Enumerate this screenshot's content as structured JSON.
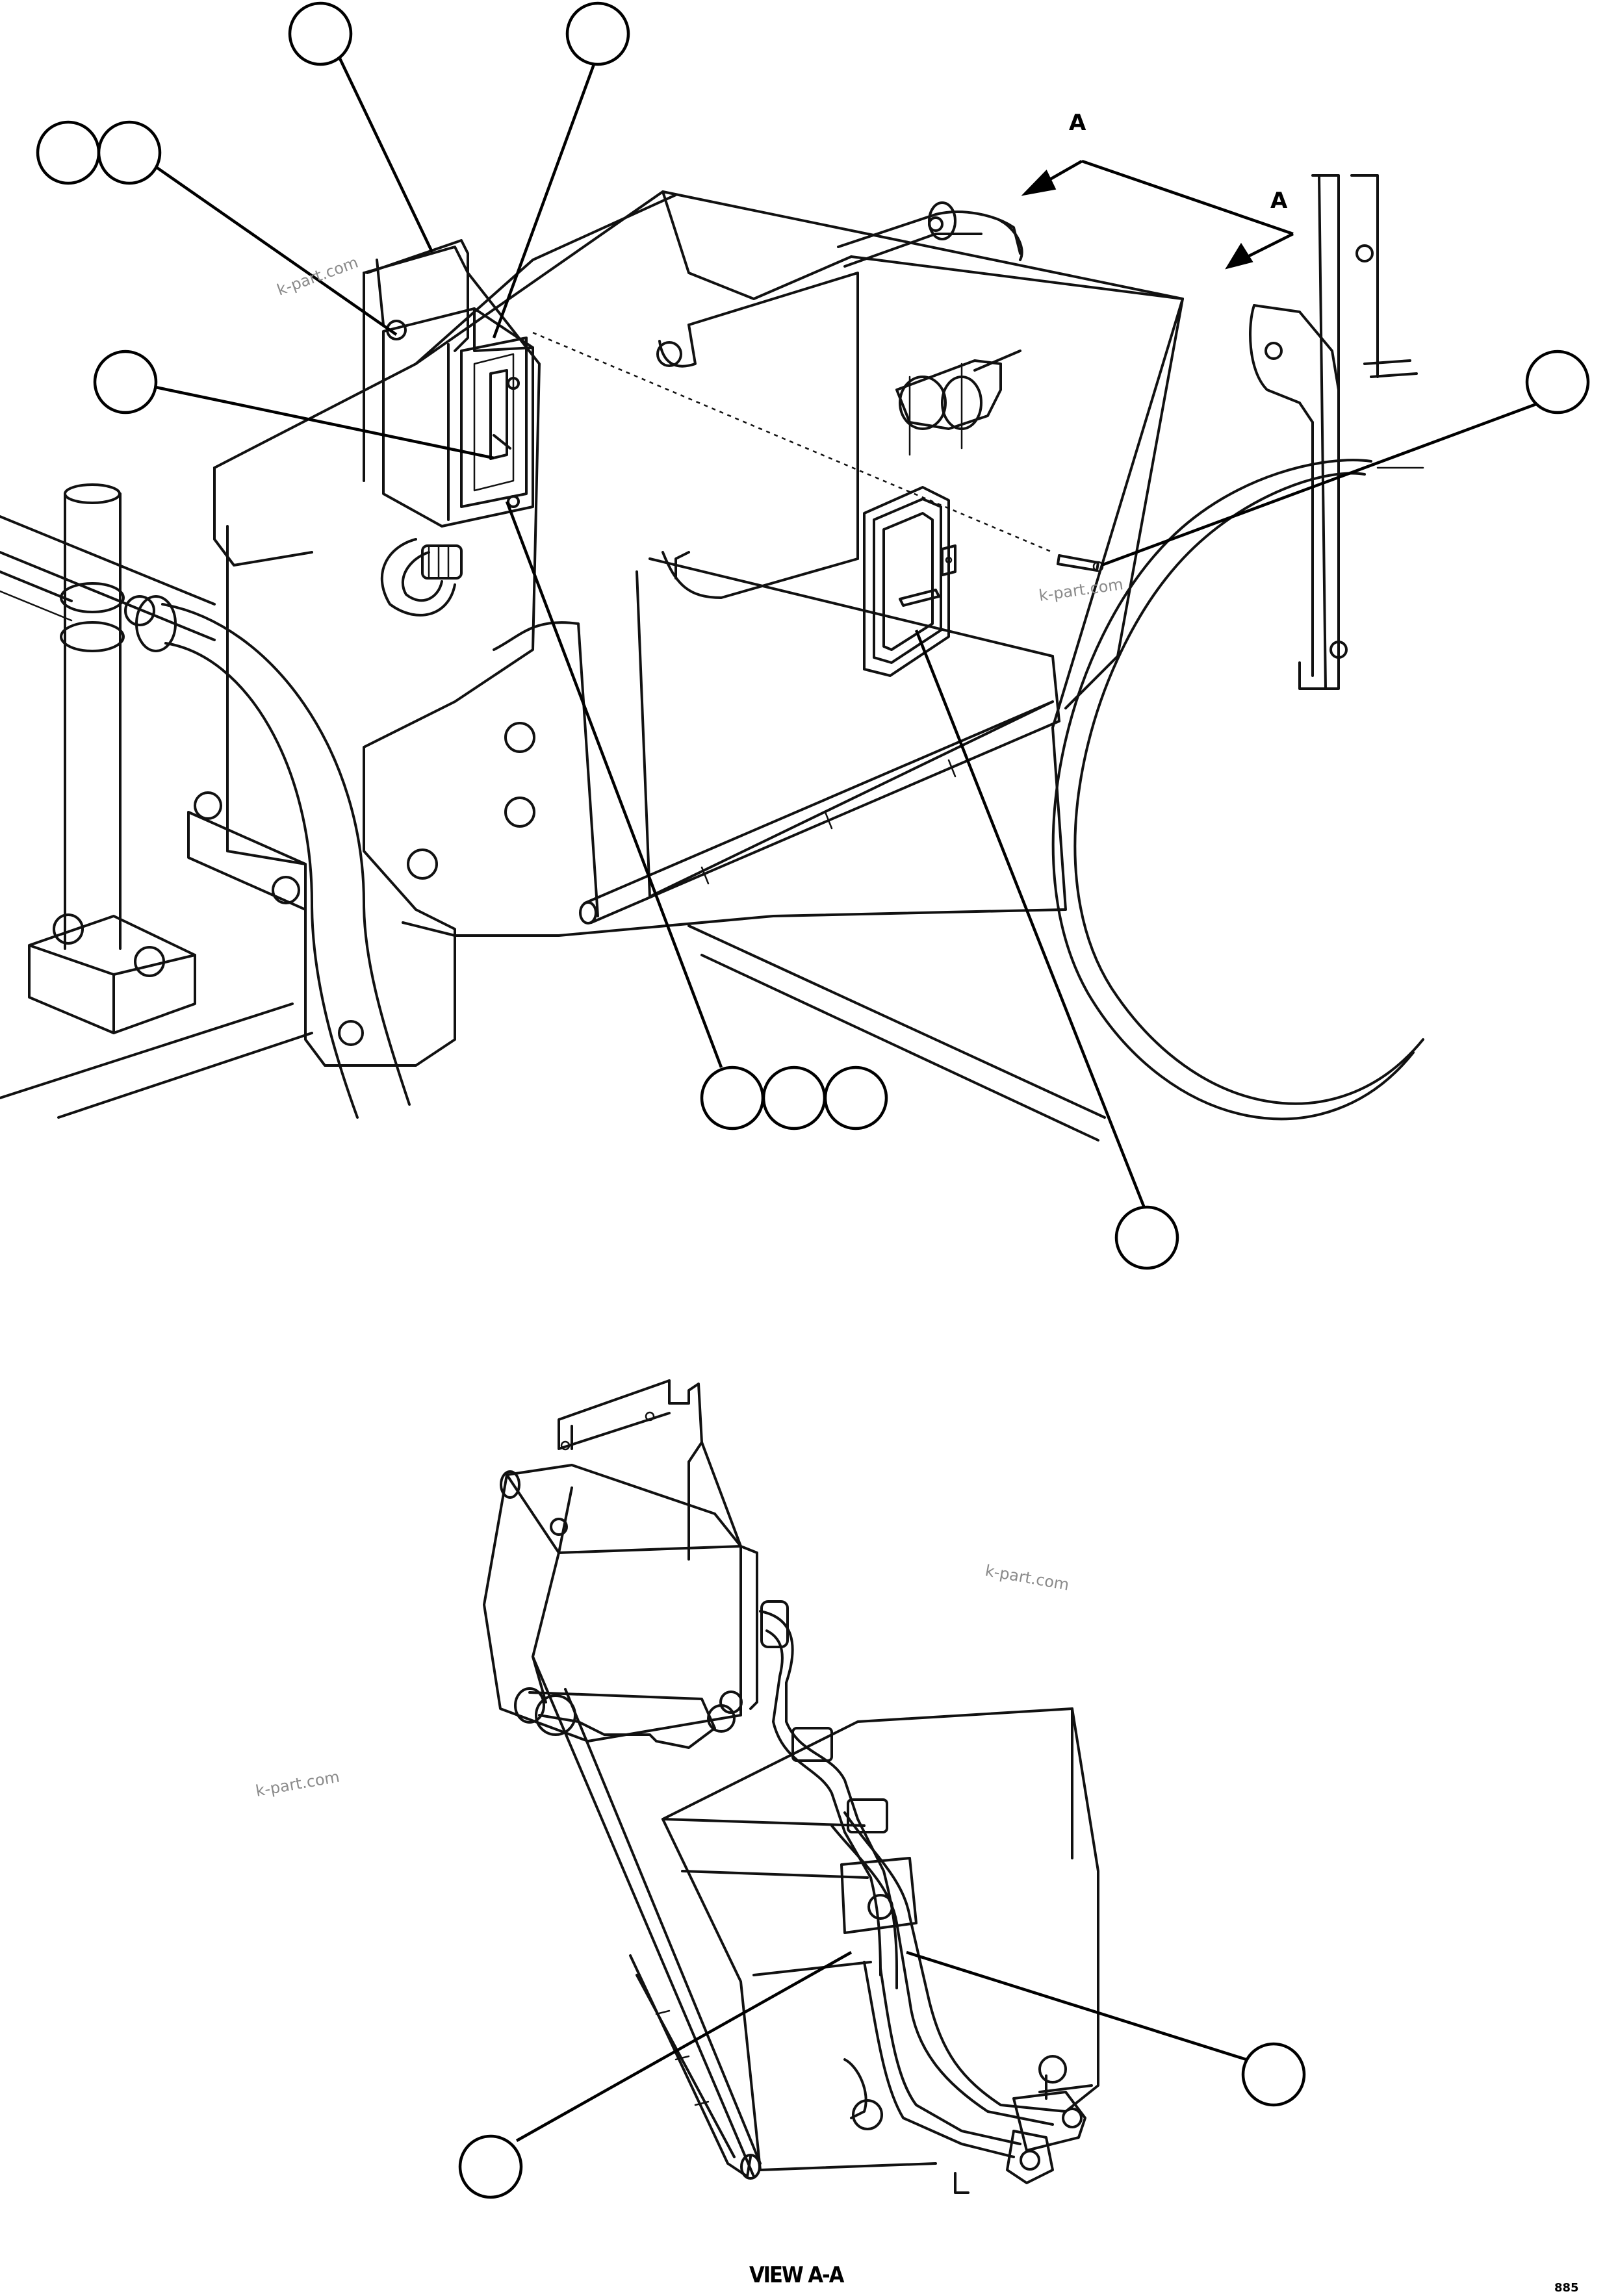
{
  "diagram": {
    "view_arrow_labels": [
      "A",
      "A"
    ],
    "view_caption": "VIEW A-A",
    "watermarks": [
      "k-part.com",
      "k-part.com",
      "k-part.com",
      "k-part.com"
    ],
    "sheet_id": "885"
  }
}
